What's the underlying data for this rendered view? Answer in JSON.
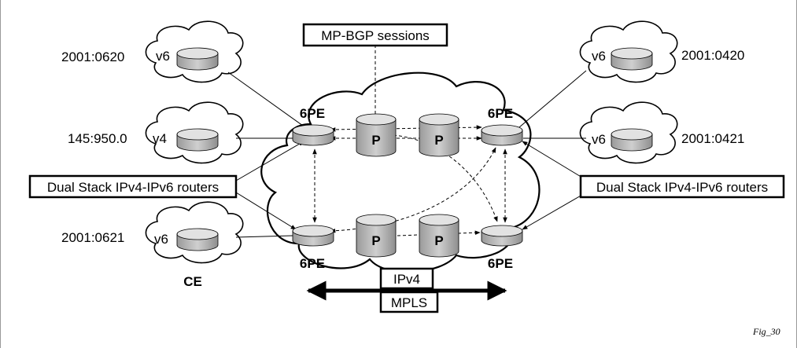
{
  "title_box": "MP-BGP sessions",
  "left_box": "Dual Stack IPv4-IPv6 routers",
  "right_box": "Dual Stack IPv4-IPv6 routers",
  "ipv4_label": "IPv4",
  "mpls_label": "MPLS",
  "ce_label": "CE",
  "fig_label": "Fig_30",
  "pe_label": "6PE",
  "p_label": "P",
  "ce_sites": [
    {
      "addr": "2001:0620",
      "proto": "v6"
    },
    {
      "addr": "145:950.0",
      "proto": "v4"
    },
    {
      "addr": "2001:0621",
      "proto": "v6"
    },
    {
      "addr": "2001:0420",
      "proto": "v6"
    },
    {
      "addr": "2001:0421",
      "proto": "v6"
    }
  ],
  "colors": {
    "router_fill": "#b0b0b0",
    "router_top": "#e2e2e2",
    "line": "#000000"
  }
}
